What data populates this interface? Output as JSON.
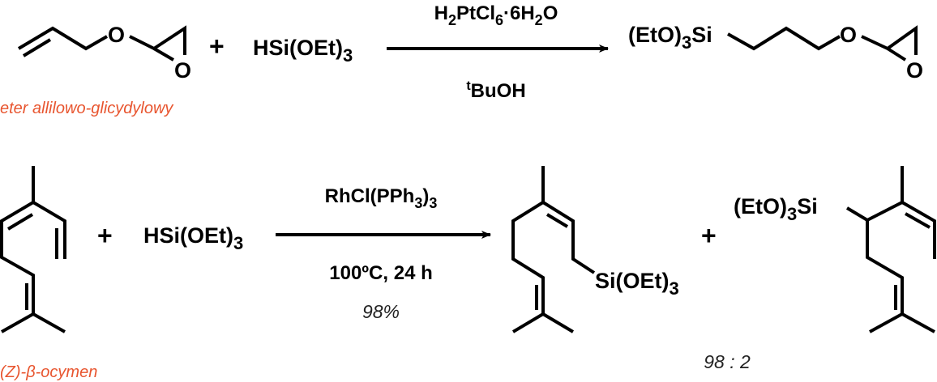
{
  "colors": {
    "label": "#e8552f",
    "ink": "#000000"
  },
  "reaction1": {
    "reactant1_label": "eter allilowo-glicydylowy",
    "reactant1_atoms": {
      "o1": "O",
      "o2": "O"
    },
    "plus": "+",
    "reagent": {
      "main": "HSi(OEt)",
      "sub": "3"
    },
    "catalyst": {
      "p1": "H",
      "s1": "2",
      "p2": "PtCl",
      "s2": "6",
      "p3": "·6H",
      "s3": "2",
      "p4": "O"
    },
    "solvent": {
      "sup": "t",
      "main": "BuOH"
    },
    "product": {
      "p1": "(EtO)",
      "s1": "3",
      "p2": "Si",
      "o1": "O",
      "o2": "O"
    }
  },
  "reaction2": {
    "reactant1_label": "(Z)-β-ocymen",
    "plus": "+",
    "reagent": {
      "main": "HSi(OEt)",
      "sub": "3"
    },
    "catalyst": {
      "p1": "RhCl(PPh",
      "s1": "3",
      "p2": ")",
      "s2": "3"
    },
    "conditions": "100ºC, 24 h",
    "yield": "98%",
    "product1": {
      "p1": "Si(OEt)",
      "s1": "3"
    },
    "plus2": "+",
    "product2": {
      "p1": "(EtO)",
      "s1": "3",
      "p2": "Si"
    },
    "ratio": "98 : 2"
  }
}
